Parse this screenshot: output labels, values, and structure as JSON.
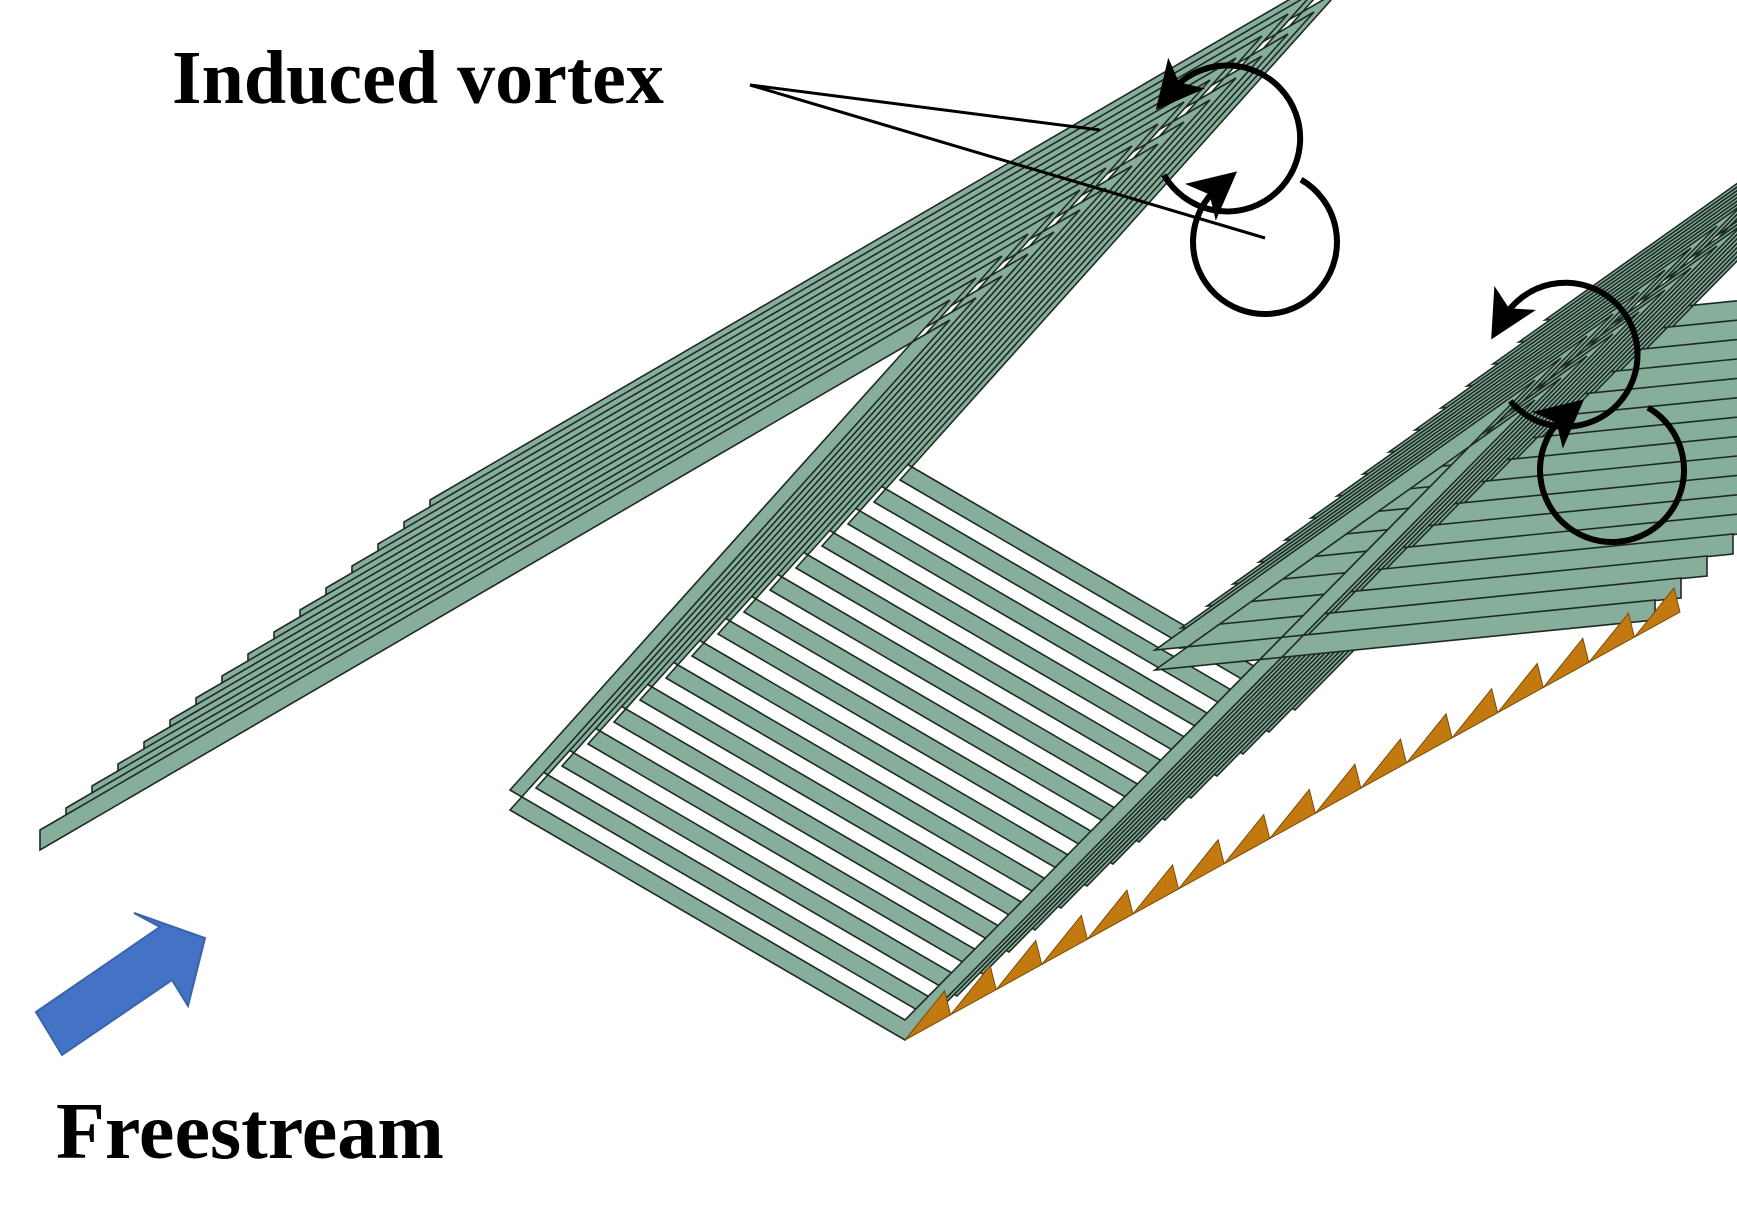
{
  "labels": {
    "induced_vortex": "Induced vortex",
    "freestream": "Freestream"
  },
  "colors": {
    "surface_fill": "#86ae9a",
    "surface_stroke": "#1d2a24",
    "sawtooth_edge": "#c27a10",
    "freestream_arrow": "#4472c4",
    "ink": "#000000",
    "background": "#ffffff"
  },
  "icons": {
    "vortex": "circular-arrow-icon",
    "flow": "arrow-icon"
  },
  "chevron_strip_count": 16,
  "vortex_count": 4
}
